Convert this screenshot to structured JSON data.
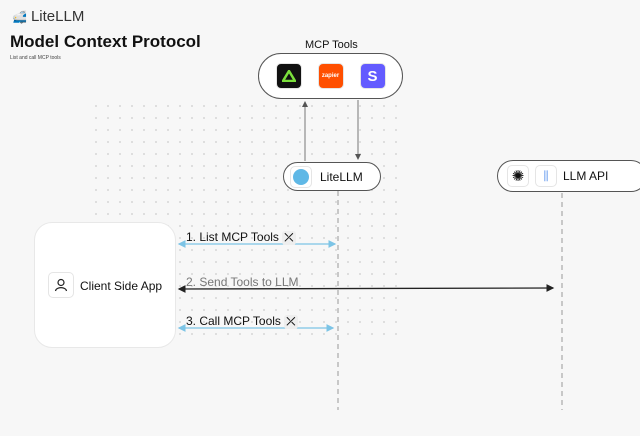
{
  "brand": {
    "name": "LiteLLM"
  },
  "page": {
    "title": "Model Context Protocol",
    "subtitle": "List and call MCP tools"
  },
  "mcp_tools": {
    "label": "MCP Tools",
    "items": [
      {
        "name": "bolt-like-icon",
        "color": "#111111"
      },
      {
        "name": "zapier",
        "label": "zapier",
        "color": "#ff4f00"
      },
      {
        "name": "stripe",
        "label": "S",
        "color": "#635bff"
      }
    ]
  },
  "nodes": {
    "litellm": "LiteLLM",
    "llm_api": "LLM API",
    "client": "Client Side App"
  },
  "steps": [
    {
      "label": "1. List MCP Tools",
      "color": "#7cc4e6"
    },
    {
      "label": "2. Send Tools to LLM",
      "color": "#222222"
    },
    {
      "label": "3. Call MCP Tools",
      "color": "#7cc4e6"
    }
  ]
}
